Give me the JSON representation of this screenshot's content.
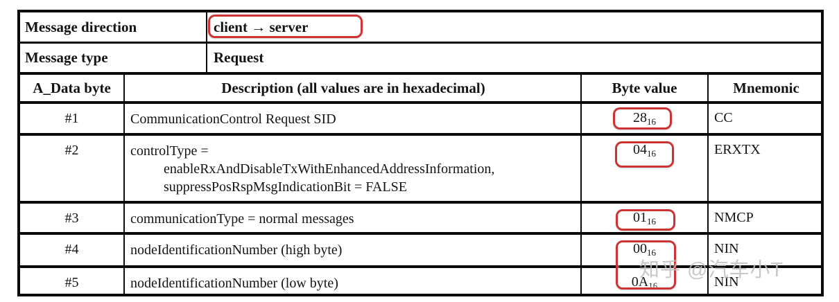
{
  "meta_rows": [
    {
      "label": "Message direction",
      "value": "client → server"
    },
    {
      "label": "Message type",
      "value": "Request"
    }
  ],
  "header": {
    "data_byte": "A_Data byte",
    "description": "Description (all values are in hexadecimal)",
    "byte_value": "Byte value",
    "mnemonic": "Mnemonic"
  },
  "rows": [
    {
      "byte": "#1",
      "description_lines": [
        "CommunicationControl Request SID"
      ],
      "value": "28",
      "base": "16",
      "mnemonic": "CC"
    },
    {
      "byte": "#2",
      "description_lines": [
        "controlType =",
        "enableRxAndDisableTxWithEnhancedAddressInformation,",
        "suppressPosRspMsgIndicationBit = FALSE"
      ],
      "value": "04",
      "base": "16",
      "mnemonic": "ERXTX"
    },
    {
      "byte": "#3",
      "description_lines": [
        "communicationType = normal messages"
      ],
      "value": "01",
      "base": "16",
      "mnemonic": "NMCP"
    },
    {
      "byte": "#4",
      "description_lines": [
        "nodeIdentificationNumber (high byte)"
      ],
      "value": "00",
      "base": "16",
      "mnemonic": "NIN"
    },
    {
      "byte": "#5",
      "description_lines": [
        "nodeIdentificationNumber (low byte)"
      ],
      "value": "0A",
      "base": "16",
      "mnemonic": "NIN"
    }
  ],
  "watermark": "知乎 @汽车小T",
  "colors": {
    "annotation_red": "#cc3333",
    "border_black": "#0a0a0a",
    "watermark_gray": "#bfbfbf"
  }
}
